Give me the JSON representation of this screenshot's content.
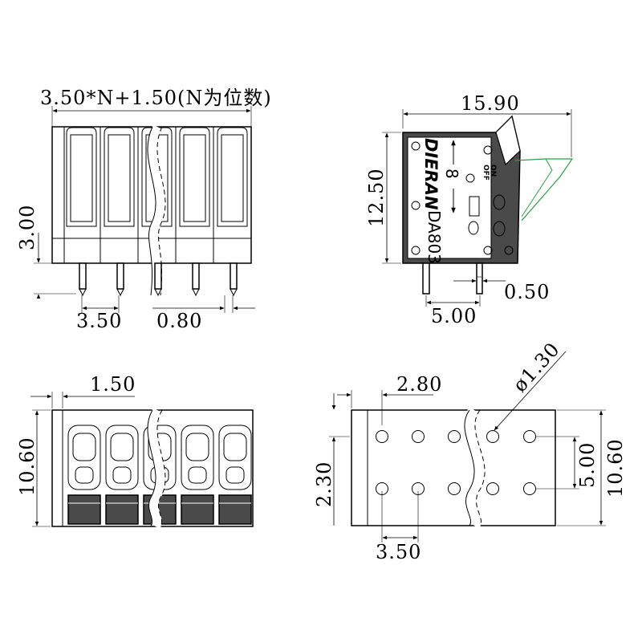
{
  "front_view": {
    "width_formula": "3.50*N+1.50(N为位数)",
    "height_dim": "3.00",
    "pitch_dim": "3.50",
    "pin_width_dim": "0.80"
  },
  "side_view": {
    "length_dim": "15.90",
    "height_dim": "12.50",
    "pin_spacing_dim": "5.00",
    "pin_thickness_dim": "0.50",
    "brand": "DIERAN",
    "model": "DA803",
    "switch_label_on": "ON",
    "switch_label_off": "OFF",
    "number_label": "8"
  },
  "top_view": {
    "offset_dim": "1.50",
    "height_dim": "10.60"
  },
  "pcb_layout": {
    "edge_offset_dim": "2.80",
    "hole_diameter_dim": "ø1.30",
    "row_offset_dim": "2.30",
    "row_spacing_dim": "5.00",
    "height_dim": "10.60",
    "pitch_dim": "3.50"
  },
  "colors": {
    "line": "#000000",
    "body_fill": "#4a4a4a",
    "lever_outline": "#2e9e4a"
  }
}
